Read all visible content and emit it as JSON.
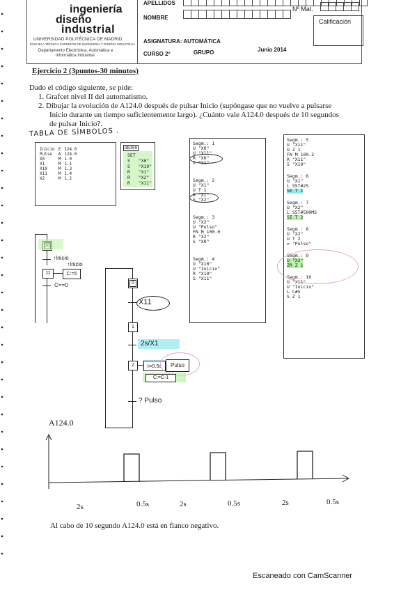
{
  "header": {
    "logo": {
      "line1": "ingeniería",
      "line2": "diseño",
      "line3": "industrial",
      "university": "UNIVERSIDAD POLITÉCNICA DE MADRID",
      "school": "ESCUELA TÉCNICA SUPERIOR DE INGENIERÍA Y DISEÑO INDUSTRIAL",
      "department_line1": "Departamento Electrónica, Automática e",
      "department_line2": "Informática Industrial"
    },
    "apellidos_label": "APELLIDOS",
    "nombre_label": "NOMBRE",
    "nmat_label": "Nº Mat.",
    "calificacion_label": "Calificación",
    "asignatura_label": "ASIGNATURA: AUTOMÁTICA",
    "curso_label": "CURSO 2º",
    "grupo_label": "GRUPO",
    "date": "Junio 2014"
  },
  "exercise": {
    "title": "Ejercicio 2 (3puntos-30 minutos)",
    "intro": "Dado el código siguiente, se pide:",
    "items": [
      "1.  Grafcet nivel II del automatismo.",
      "2.  Dibujar la evolución de A124.0 después de pulsar Inicio (supóngase que no vuelve a pulsarse",
      "Inicio durante un tiempo suficientemente largo). ¿Cuánto vale A124.0 después de 10 segundos",
      "de pulsar Inicio?."
    ]
  },
  "handwritten_heading": "TABLA DE SÍMBOLOS .",
  "symbol_table": [
    [
      "Inicio",
      "E",
      "124.0"
    ],
    [
      "Pulso",
      "A",
      "124.0"
    ],
    [
      "X0",
      "M",
      "1.0"
    ],
    [
      "X1",
      "M",
      "1.1"
    ],
    [
      "X10",
      "M",
      "1.3"
    ],
    [
      "X11",
      "M",
      "1.4"
    ],
    [
      "X2",
      "M",
      "1.2"
    ]
  ],
  "ob100": {
    "title": "OB100",
    "lines": [
      "SET",
      "S   \"X0\"",
      "S   \"X10\"",
      "R   \"X1\"",
      "R   \"X2\"",
      "R   \"X11\""
    ]
  },
  "code_mid": [
    {
      "lines": [
        "Segm.: 1",
        "U \"X0\"",
        "U \"X11\"",
        "R \"X0\"",
        "S \"X1\""
      ]
    },
    {
      "lines": [
        "Segm.: 2",
        "U \"X1\"",
        "U T 1",
        "R \"X1\"",
        "S \"X2\""
      ]
    },
    {
      "lines": [
        "Segm.: 3",
        "U \"X2\"",
        "U \"Pulso\"",
        "FN M 100.0",
        "R \"X2\"",
        "S \"X0\""
      ]
    },
    {
      "lines": [
        "Segm.: 4",
        "U \"X10\"",
        "U \"Inicio\"",
        "R \"X10\"",
        "S \"X11\""
      ]
    }
  ],
  "code_right": [
    {
      "lines": [
        "Segm.: 5",
        "U \"X11\"",
        "U Z 1",
        "FN M 100.2",
        "R \"X11\"",
        "S \"X10\""
      ]
    },
    {
      "lines": [
        "Segm.: 6",
        "U \"X1\"",
        "L S5T#2S",
        "SE T 1"
      ]
    },
    {
      "lines": [
        "Segm.: 7",
        "U \"X2\"",
        "L S5T#500MS",
        "SI T 2"
      ]
    },
    {
      "lines": [
        "Segm.: 8",
        "U \"X2\"",
        "U T 2",
        "= \"Pulso\""
      ]
    },
    {
      "lines": [
        "Segm.: 9",
        "U \"X2\"",
        "ZR Z 1"
      ]
    },
    {
      "lines": [
        "Segm.: 10",
        "U \"X11\"",
        "U \"Inicio\"",
        "L C#5",
        "S Z 1"
      ]
    }
  ],
  "grafcet_left": {
    "step_init": "10",
    "t1_main": "↑Inicio",
    "t1_sub": "↑Inicio",
    "step2": "11",
    "action": "C:=5",
    "t2": "C==0"
  },
  "grafcet_main": {
    "step0": "0",
    "t0": "X11",
    "step1": "1",
    "t1": "2s/X1",
    "step2": "2",
    "action_timer": "t=0.5s",
    "action_pulse": "Pulso",
    "action_count": "C:=C-1",
    "t2": "? Pulso"
  },
  "timing": {
    "signal_label": "A124.0",
    "durations": [
      "2s",
      "0.5s",
      "2s",
      "0.5s",
      "2s",
      "0.5s"
    ]
  },
  "answer": "Al cabo de 10 segundo A124.0 está en flanco negativo.",
  "scanner": "Escaneado con CamScanner",
  "colors": {
    "highlight_green": "#b9f2a6",
    "highlight_cyan": "#8fe9f0",
    "highlight_pink": "#e7a3d9"
  }
}
